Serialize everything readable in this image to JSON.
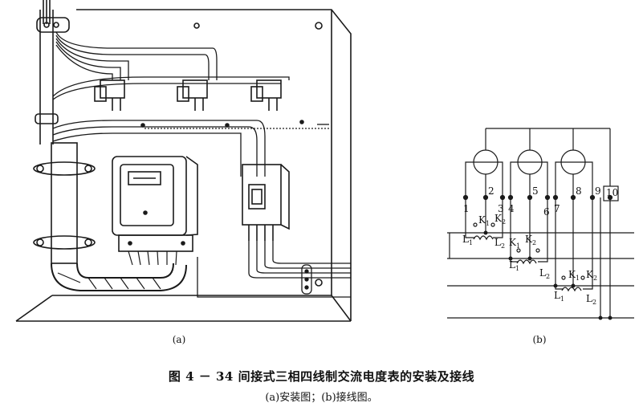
{
  "panel_a": {
    "label": "(a)"
  },
  "panel_b": {
    "label": "(b)",
    "terminals": [
      "1",
      "2",
      "3",
      "4",
      "5",
      "6",
      "7",
      "8",
      "9",
      "10"
    ],
    "k1": "K",
    "k1_sub": "1",
    "k2": "K",
    "k2_sub": "2",
    "l1": "L",
    "l1_sub": "1",
    "l2": "L",
    "l2_sub": "2"
  },
  "caption": {
    "title": "图 4 － 34    间接式三相四线制交流电度表的安装及接线",
    "subtitle": "(a)安装图；(b)接线图。"
  },
  "colors": {
    "line": "#1a1a1a",
    "paper": "#ffffff"
  }
}
